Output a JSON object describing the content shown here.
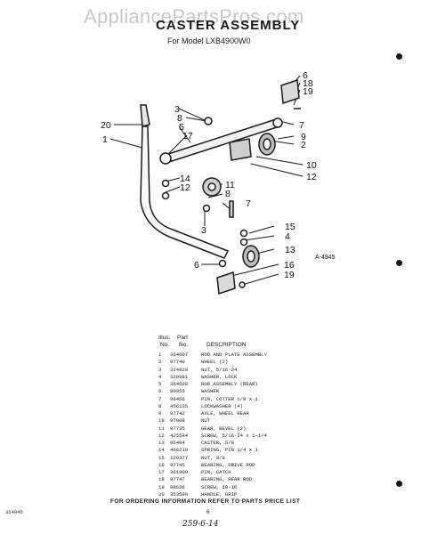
{
  "watermark": "AppliancePartsPros.com",
  "title": "CASTER ASSEMBLY",
  "subtitle": "For Model LXB4900W0",
  "figure_code": "A-4945",
  "callouts": {
    "c6a": "6",
    "c18": "18",
    "c19a": "19",
    "c3a": "3",
    "c8a": "8",
    "c5": "5",
    "c17": "17",
    "c20": "20",
    "c1": "1",
    "c7a": "7",
    "c9": "9",
    "c2": "2",
    "c10": "10",
    "c12a": "12",
    "c14": "14",
    "c12b": "12",
    "c11": "11",
    "c8b": "8",
    "c7b": "7",
    "c3b": "3",
    "c15": "15",
    "c4": "4",
    "c13": "13",
    "c6b": "6",
    "c16": "16",
    "c19b": "19"
  },
  "table": {
    "header_illus": "Illus.",
    "header_part": "Part",
    "header_no1": "No.",
    "header_no2": "No.",
    "header_desc": "DESCRIPTION",
    "rows": [
      {
        "illus": "1",
        "part": "364607",
        "desc": "ROD AND PLATE ASSEMBLY"
      },
      {
        "illus": "2",
        "part": "97740",
        "desc": "WHEEL (2)"
      },
      {
        "illus": "3",
        "part": "324920",
        "desc": "NUT, 5/16-24"
      },
      {
        "illus": "4",
        "part": "320981",
        "desc": "WASHER, LOCK"
      },
      {
        "illus": "5",
        "part": "364608",
        "desc": "ROD ASSEMBLY (REAR)"
      },
      {
        "illus": "6",
        "part": "90055",
        "desc": "WASHER"
      },
      {
        "illus": "7",
        "part": "99456",
        "desc": "PIN, COTTER 1/8 x 1"
      },
      {
        "illus": "8",
        "part": "456135",
        "desc": "LOCKWASHER (4)"
      },
      {
        "illus": "9",
        "part": "97742",
        "desc": "AXLE, WHEEL REAR"
      },
      {
        "illus": "10",
        "part": "97908",
        "desc": "NUT"
      },
      {
        "illus": "11",
        "part": "97735",
        "desc": "GEAR, BEVEL (2)"
      },
      {
        "illus": "12",
        "part": "425594",
        "desc": "SCREW, 5/16-24 x 1-1/4"
      },
      {
        "illus": "13",
        "part": "85494",
        "desc": "CASTER, 5/8"
      },
      {
        "illus": "14",
        "part": "466219",
        "desc": "SPRING, PIN 1/4 x 1"
      },
      {
        "illus": "15",
        "part": "120377",
        "desc": "NUT, 3/8"
      },
      {
        "illus": "16",
        "part": "97745",
        "desc": "BEARING, DRIVE ROD"
      },
      {
        "illus": "17",
        "part": "361909",
        "desc": "PIN, CATCH"
      },
      {
        "illus": "18",
        "part": "97747",
        "desc": "BEARING, REAR ROD"
      },
      {
        "illus": "19",
        "part": "98626",
        "desc": "SCREW, 10-16"
      },
      {
        "illus": "20",
        "part": "353590",
        "desc": "HANDLE, GRIP"
      }
    ]
  },
  "footer": "FOR ORDERING INFORMATION REFER TO PARTS PRICE LIST",
  "page_code": "324945",
  "page_number": "6",
  "handwritten_note": "259-6-14",
  "colors": {
    "ink": "#1a1a1a",
    "watermark": "#c8c8c8",
    "paper": "#ffffff"
  }
}
